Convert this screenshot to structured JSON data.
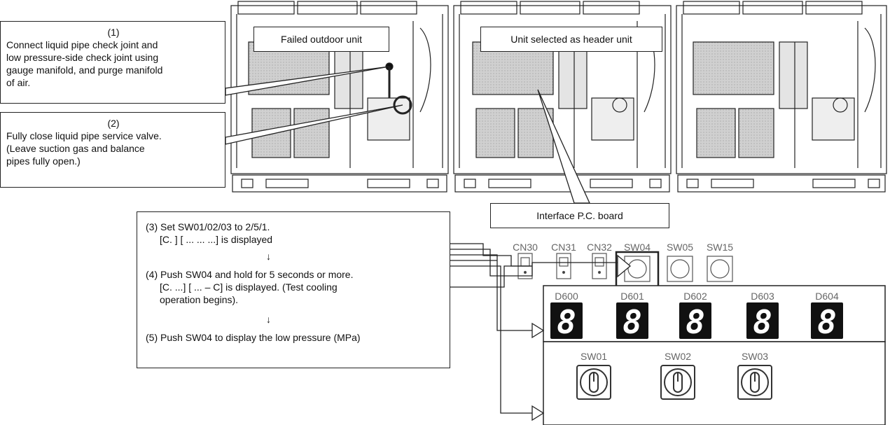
{
  "callouts": {
    "step1_num": "(1)",
    "step1_lines": [
      "Connect liquid pipe check joint and",
      "low pressure-side check joint using",
      "gauge manifold, and purge manifold",
      "of air."
    ],
    "step2_num": "(2)",
    "step2_lines": [
      "Fully close liquid pipe service valve.",
      "(Leave suction gas and balance",
      "pipes fully open.)"
    ]
  },
  "labels": {
    "failed_unit": "Failed outdoor unit",
    "header_unit": "Unit selected as header unit",
    "interface_board": "Interface P.C. board"
  },
  "procedure": {
    "step3_line1": "(3) Set SW01/02/03 to 2/5/1.",
    "step3_line2": "[C.    ] [ ...  ...  ...] is displayed",
    "arrow1": "↓",
    "step4_line1": "(4) Push SW04 and hold for 5 seconds or more.",
    "step4_line2": "[C.   ...] [ ... – C] is displayed. (Test cooling",
    "step4_line3": "operation begins).",
    "arrow2": "↓",
    "step5_line1": "(5) Push SW04 to display the low pressure (MPa)"
  },
  "board": {
    "connectors": [
      "CN30",
      "CN31",
      "CN32"
    ],
    "switches": [
      "SW04",
      "SW05",
      "SW15"
    ],
    "displays": [
      "D600",
      "D601",
      "D602",
      "D603",
      "D604"
    ],
    "rotary": [
      "SW01",
      "SW02",
      "SW03"
    ]
  }
}
